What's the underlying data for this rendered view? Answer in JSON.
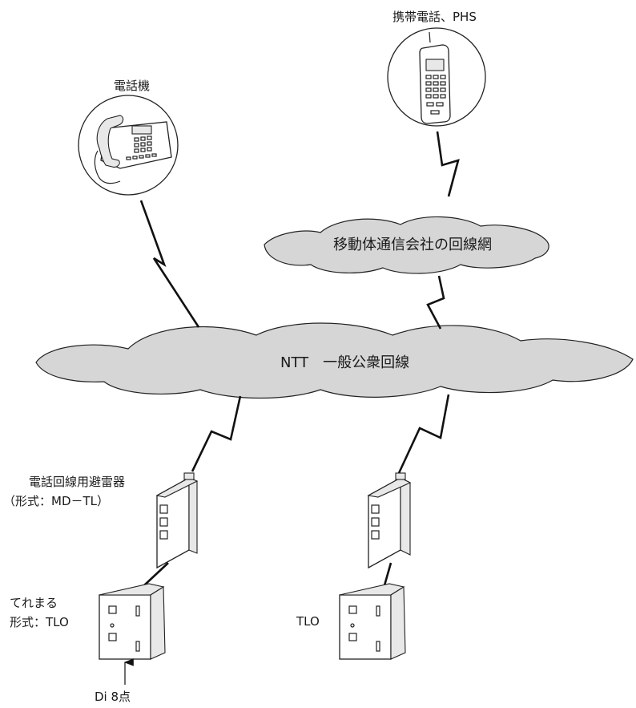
{
  "labels": {
    "telephone": "電話機",
    "mobile": "携帯電話、PHS",
    "mobile_network": "移動体通信会社の回線網",
    "ntt_network": "NTT　一般公衆回線",
    "arrester_line1": "電話回線用避雷器",
    "arrester_line2": "（形式：MD－TL）",
    "telemaru_line1": "てれまる",
    "telemaru_line2": "形式：TLO",
    "tlo_right": "TLO",
    "di_input": "Di 8点"
  },
  "icons": {
    "telephone": "desk-phone-icon",
    "mobile": "cell-phone-icon",
    "arrester": "surge-arrester-device",
    "telemaru": "tlo-unit-device"
  },
  "colors": {
    "cloud_fill": "#d6d6d6",
    "line": "#111111",
    "background": "#ffffff"
  }
}
